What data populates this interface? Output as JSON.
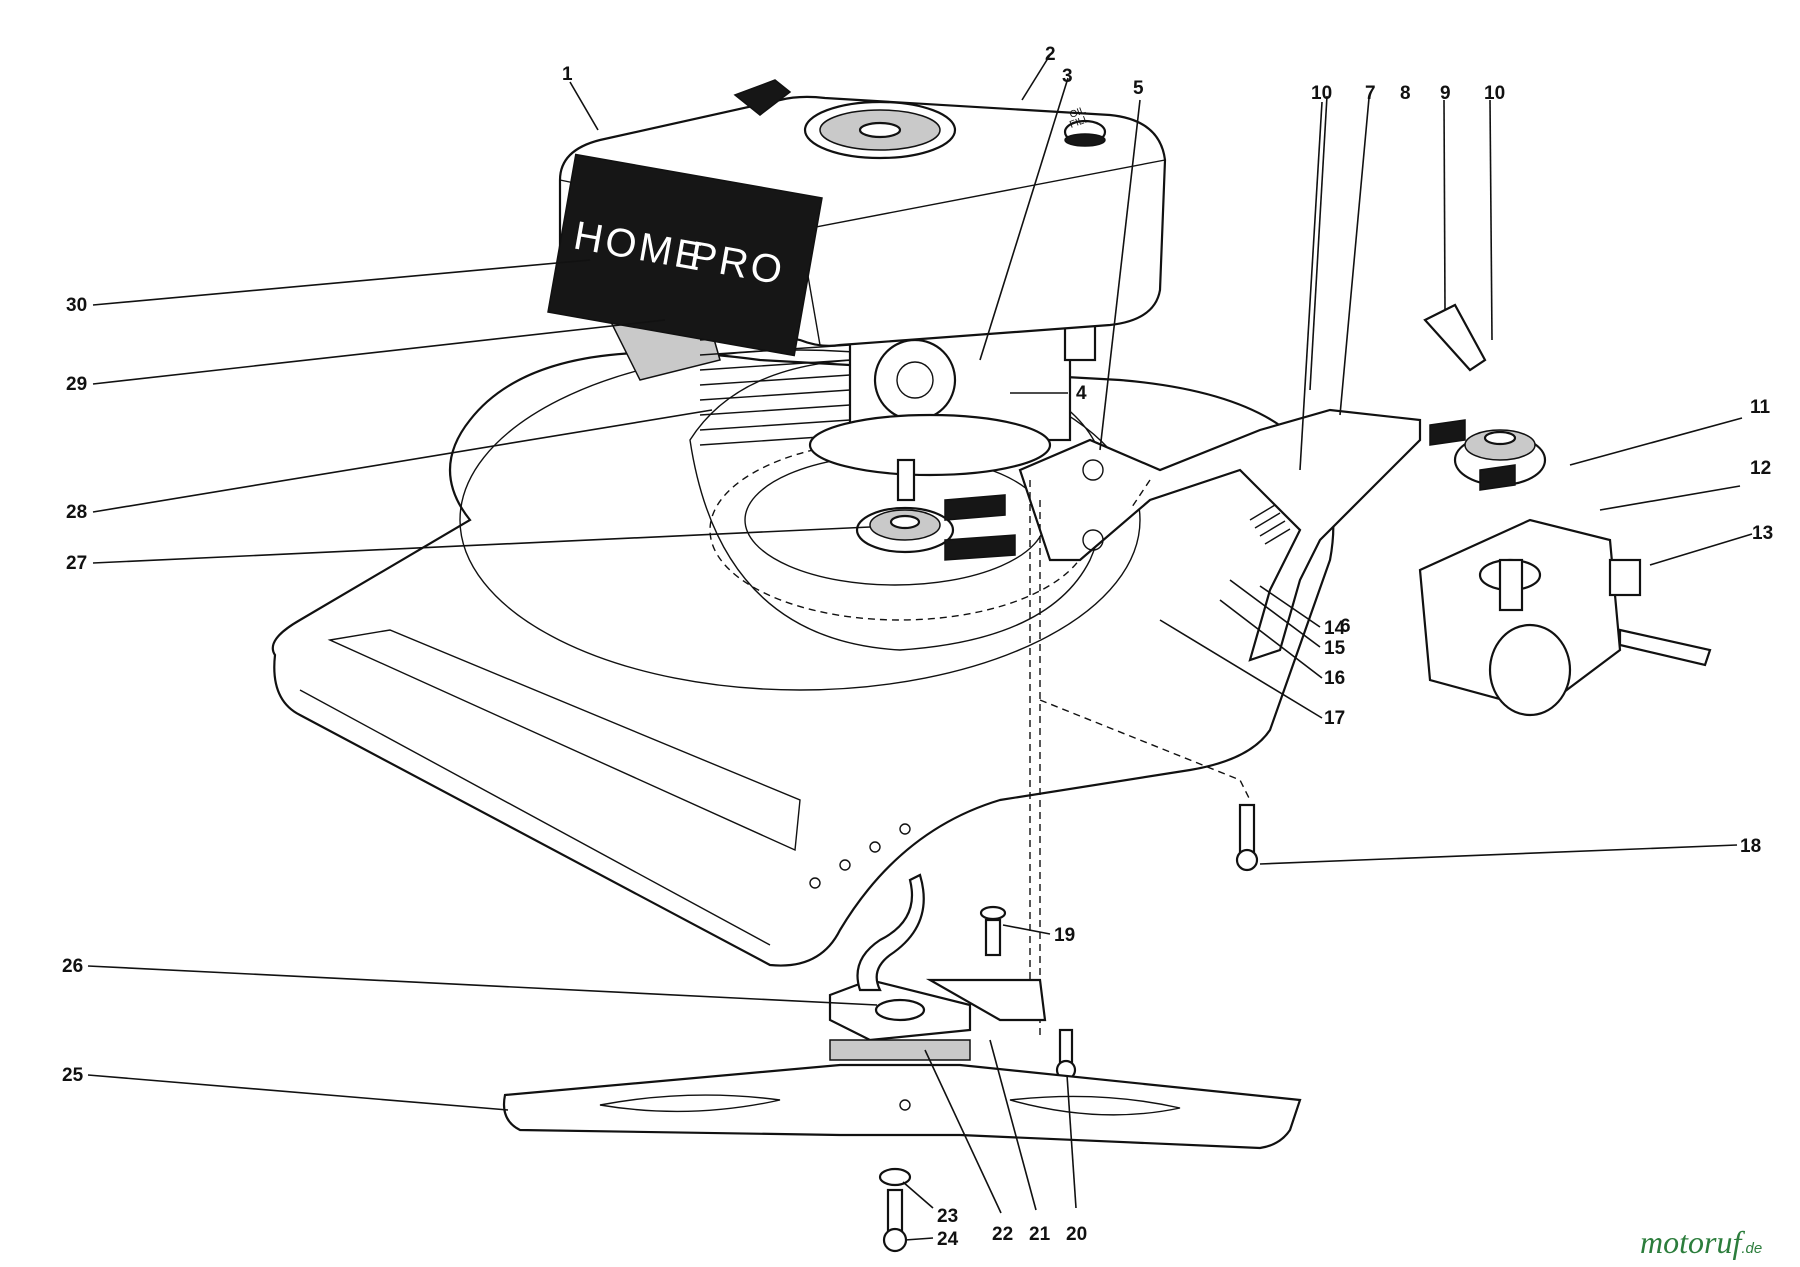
{
  "brand": {
    "left": "HOME",
    "right": "PRO"
  },
  "oil_cap": {
    "line1": "OIL",
    "line2": "FILL"
  },
  "watermark": {
    "main": "motoruf",
    "suffix": ".de",
    "color_main": "#2c7d3c",
    "color_dot": "#e0a020"
  },
  "callouts": [
    "1",
    "2",
    "3",
    "4",
    "5",
    "6",
    "7",
    "8",
    "9",
    "10",
    "10",
    "11",
    "12",
    "13",
    "14",
    "15",
    "16",
    "17",
    "18",
    "19",
    "20",
    "21",
    "22",
    "23",
    "24",
    "25",
    "26",
    "27",
    "28",
    "29",
    "30"
  ]
}
